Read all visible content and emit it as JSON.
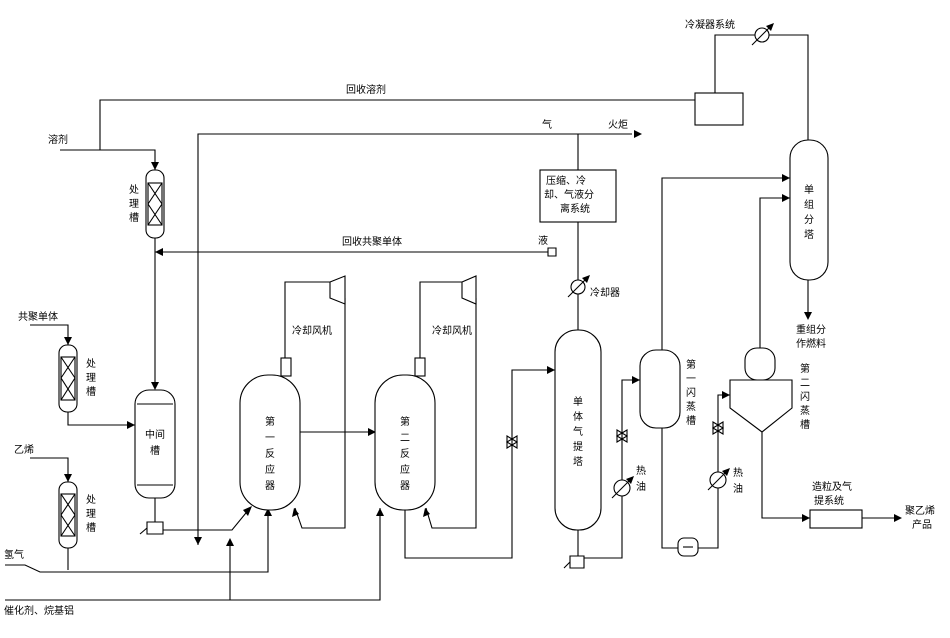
{
  "labels": {
    "condenser_system": "冷凝器系统",
    "recovered_solvent": "回收溶剂",
    "solvent": "溶剂",
    "gas": "气",
    "flare": "火炬",
    "compress_system": [
      "压缩、冷",
      "却、气液分",
      "离系统"
    ],
    "liquid": "液",
    "recovered_comonomer": "回收共聚单体",
    "cooler": "冷却器",
    "treater_1": [
      "处",
      "理",
      "槽"
    ],
    "comonomer": "共聚单体",
    "treater_2": [
      "处",
      "理",
      "槽"
    ],
    "ethylene": "乙烯",
    "treater_3": [
      "处",
      "理",
      "槽"
    ],
    "intermediate_tank": [
      "中间",
      "槽"
    ],
    "cooling_fan_1": "冷却风机",
    "cooling_fan_2": "冷却风机",
    "reactor_1": [
      "第",
      "一",
      "反",
      "应",
      "器"
    ],
    "reactor_2": [
      "第",
      "二",
      "反",
      "应",
      "器"
    ],
    "monomer_stripper": [
      "单",
      "体",
      "气",
      "提",
      "塔"
    ],
    "hot_oil_1": [
      "热",
      "油"
    ],
    "hot_oil_2": [
      "热",
      "油"
    ],
    "flash_tank_1": [
      "第",
      "一",
      "闪",
      "蒸",
      "槽"
    ],
    "flash_tank_2": [
      "第",
      "二",
      "闪",
      "蒸",
      "槽"
    ],
    "single_comp_separator": [
      "单",
      "组",
      "分",
      "塔"
    ],
    "heavy_comp_fuel": [
      "重组分",
      "作燃料"
    ],
    "pelletizing": [
      "造粒及气",
      "提系统"
    ],
    "pe_product": [
      "聚乙烯",
      "产品"
    ],
    "hydrogen": "氢气",
    "catalyst": "催化剂、烷基铝"
  }
}
